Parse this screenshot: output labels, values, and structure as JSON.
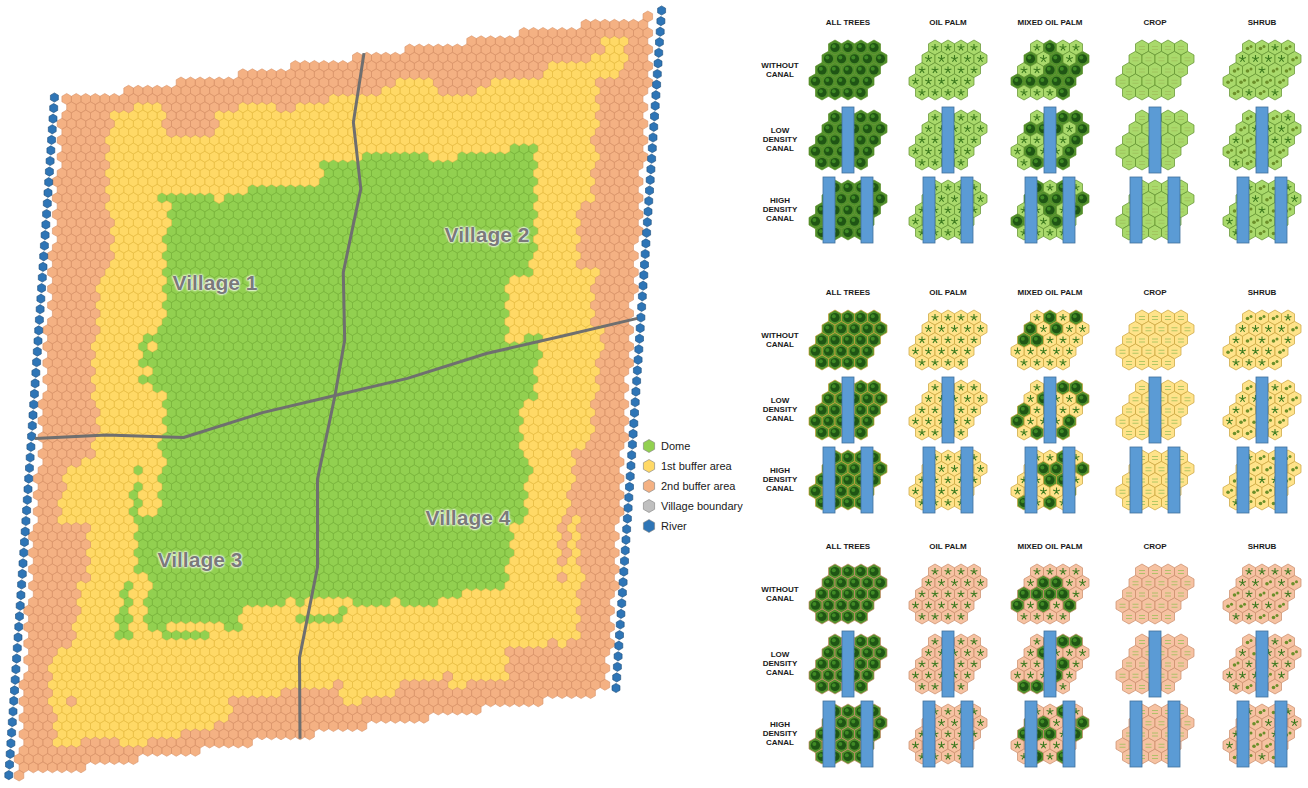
{
  "diagram": {
    "labels": [
      "Village 1",
      "Village 2",
      "Village 3",
      "Village 4",
      "ALL TREES",
      "OIL PALM",
      "MIXED OIL PALM",
      "CROP",
      "SHRUB",
      "WITHOUT CANAL",
      "LOW DENSITY CANAL",
      "HIGH DENSITY CANAL",
      "ALL TREES",
      "OIL PALM",
      "MIXED OIL PALM",
      "CROP",
      "SHRUB",
      "WITHOUT CANAL",
      "LOW DENSITY CANAL",
      "HIGH DENSITY CANAL",
      "ALL TREES",
      "OIL PALM",
      "MIXED OIL PALM",
      "CROP",
      "SHRUB",
      "WITHOUT CANAL",
      "LOW DENSITY CANAL",
      "HIGH DENSITY CANAL"
    ],
    "legend": [
      {
        "text": "Dome",
        "color": "#92d050"
      },
      {
        "text": "1st buffer area",
        "color": "#ffd966"
      },
      {
        "text": "2nd buffer area",
        "color": "#f4b183"
      },
      {
        "text": "Village boundary",
        "color": "#bfbfbf"
      },
      {
        "text": "River",
        "color": "#2e75b6"
      }
    ]
  }
}
